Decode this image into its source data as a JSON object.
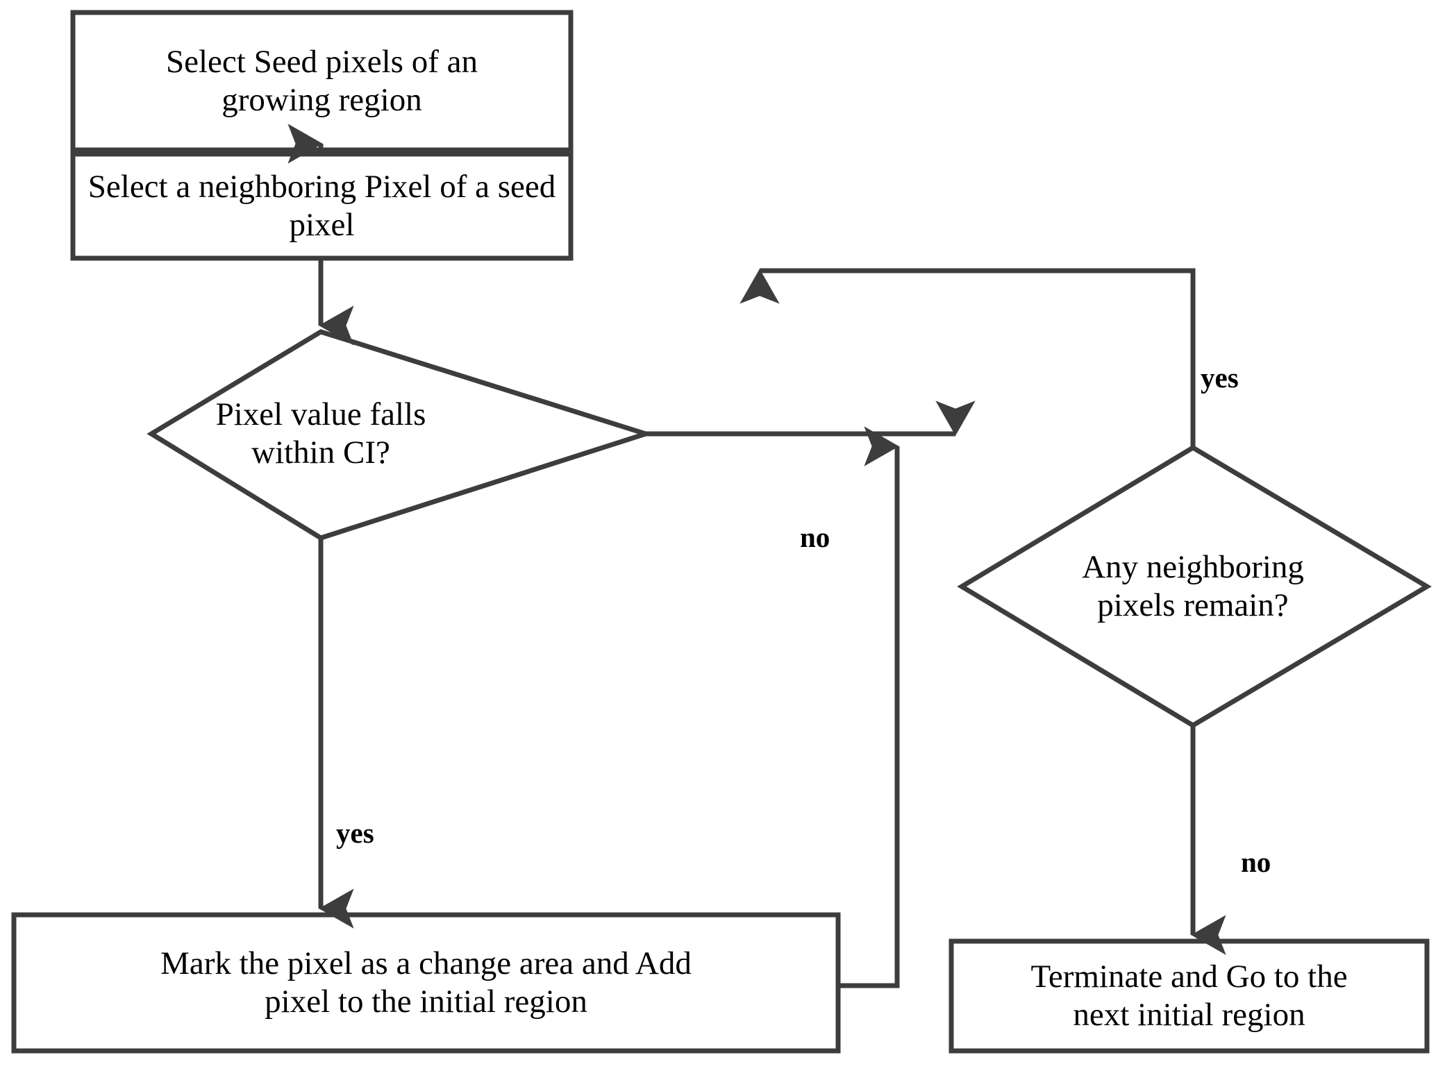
{
  "diagram": {
    "title": "Region growing change detection flowchart",
    "stroke_color": "#3d3d3d",
    "text_color": "#000000",
    "background_color": "#ffffff",
    "stroke_width": 6,
    "nodes": [
      {
        "id": "seed",
        "shape": "process",
        "text": "Select Seed pixels of an\ngrowing region"
      },
      {
        "id": "neighbor",
        "shape": "process",
        "text": "Select a neighboring Pixel of a seed\npixel"
      },
      {
        "id": "ci",
        "shape": "decision",
        "text": "Pixel value falls\nwithin CI?"
      },
      {
        "id": "remain",
        "shape": "decision",
        "text": "Any neighboring\npixels remain?"
      },
      {
        "id": "mark",
        "shape": "process",
        "text": "Mark the pixel as a change area and Add\npixel to the initial region"
      },
      {
        "id": "terminate",
        "shape": "process",
        "text": "Terminate and Go to the\nnext initial region"
      }
    ],
    "edges": [
      {
        "id": "seed-to-neighbor",
        "from": "seed",
        "to": "neighbor",
        "label": ""
      },
      {
        "id": "neighbor-to-ci",
        "from": "neighbor",
        "to": "ci",
        "label": ""
      },
      {
        "id": "ci-no-to-remain",
        "from": "ci",
        "to": "remain",
        "label": "no"
      },
      {
        "id": "ci-yes-to-mark",
        "from": "ci",
        "to": "mark",
        "label": "yes"
      },
      {
        "id": "mark-to-remain",
        "from": "mark",
        "to": "remain",
        "label": ""
      },
      {
        "id": "remain-yes-to-neighbor",
        "from": "remain",
        "to": "neighbor",
        "label": "yes"
      },
      {
        "id": "remain-no-to-terminate",
        "from": "remain",
        "to": "terminate",
        "label": "no"
      }
    ],
    "edge_labels": {
      "ci_no": "no",
      "ci_yes": "yes",
      "remain_yes": "yes",
      "remain_no": "no"
    }
  }
}
